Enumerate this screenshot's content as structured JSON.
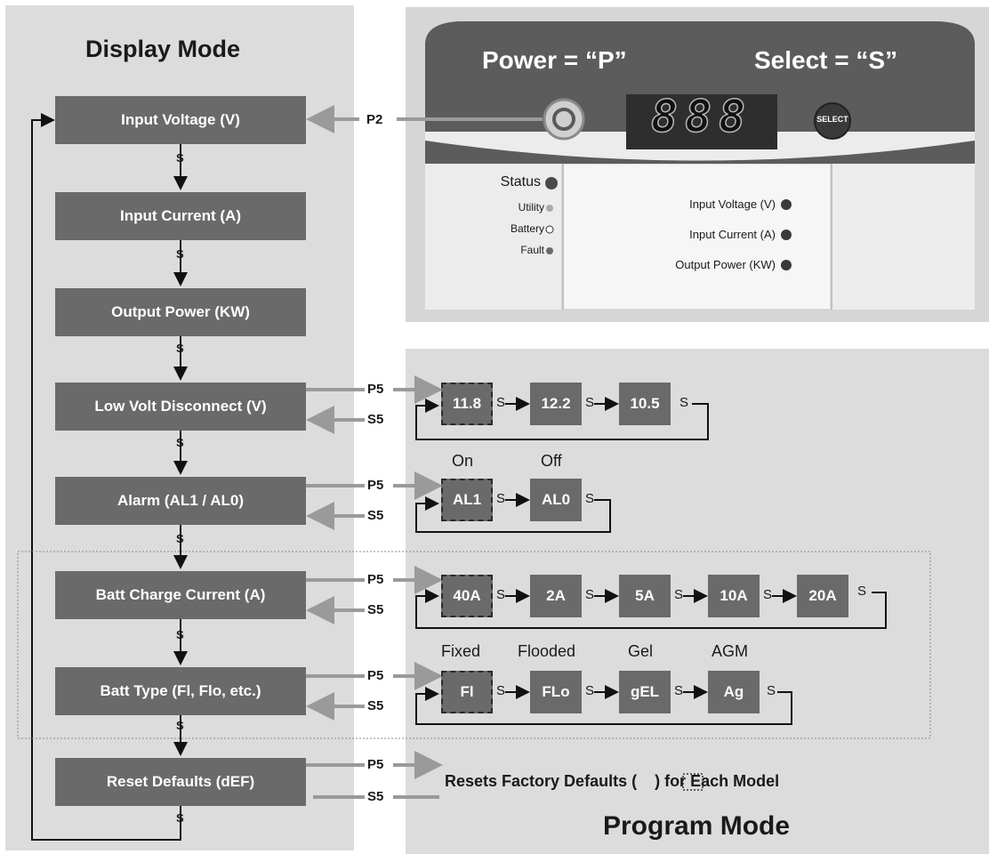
{
  "display_mode": {
    "title": "Display Mode",
    "items": [
      {
        "label": "Input Voltage (V)"
      },
      {
        "label": "Input Current (A)"
      },
      {
        "label": "Output Power (KW)"
      },
      {
        "label": "Low Volt Disconnect (V)"
      },
      {
        "label": "Alarm (AL1 / AL0)"
      },
      {
        "label": "Batt Charge Current (A)"
      },
      {
        "label": "Batt Type (Fl, Flo, etc.)"
      },
      {
        "label": "Reset Defaults (dEF)"
      }
    ],
    "step_label": "S"
  },
  "device": {
    "power_label": "Power = “P”",
    "select_label": "Select = “S”",
    "display_text": "888",
    "select_button": "SELECT",
    "status_label": "Status",
    "utility_label": "Utility",
    "battery_label": "Battery",
    "fault_label": "Fault",
    "input_voltage_label": "Input Voltage (V)",
    "input_current_label": "Input Current (A)",
    "output_power_label": "Output Power (KW)"
  },
  "program_mode": {
    "title": "Program Mode",
    "p2": "P2",
    "p5": "P5",
    "s5": "S5",
    "s": "S",
    "low_volt_options": [
      "11.8",
      "12.2",
      "10.5"
    ],
    "alarm_options": [
      "AL1",
      "AL0"
    ],
    "alarm_captions": [
      "On",
      "Off"
    ],
    "charge_options": [
      "40A",
      "2A",
      "5A",
      "10A",
      "20A"
    ],
    "batt_options": [
      "Fl",
      "FLo",
      "gEL",
      "Ag"
    ],
    "batt_captions": [
      "Fixed",
      "Flooded",
      "Gel",
      "AGM"
    ],
    "reset_text": "Resets Factory Defaults (    ) for Each Model"
  },
  "colors": {
    "box": "#6a6a6a",
    "panel": "#dcdcdc",
    "device_header": "#5c5c5c",
    "arrow_gray": "#9a9a9a"
  }
}
